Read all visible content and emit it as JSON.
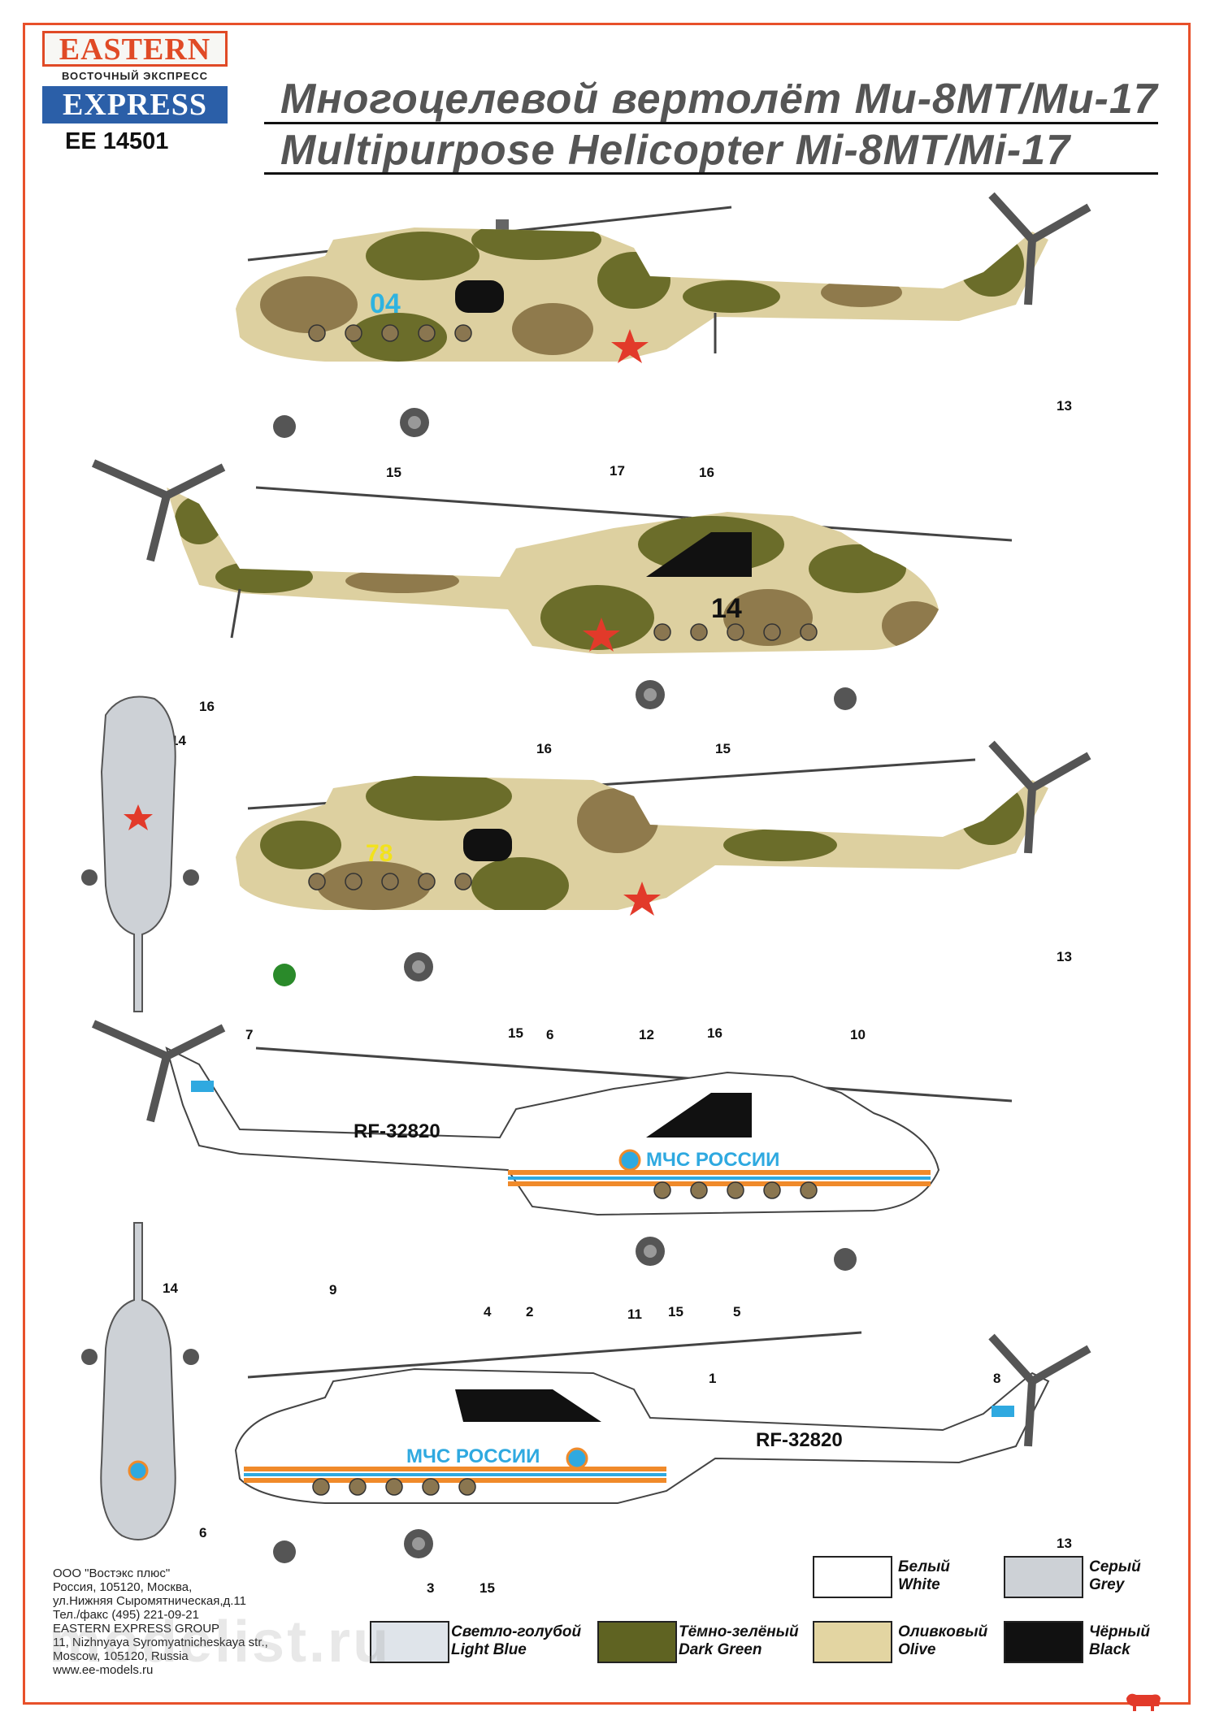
{
  "logo": {
    "top": "EASTERN",
    "middle": "ВОСТОЧНЫЙ ЭКСПРЕСС",
    "bottom": "EXPRESS"
  },
  "kit_code": "EE 14501",
  "title_ru": "Многоцелевой вертолёт Ми-8МТ/Ми-17",
  "title_en": "Multipurpose Helicopter Mi-8MT/Mi-17",
  "schemes": [
    {
      "id": "heli-1",
      "tactical_number": "04",
      "number_color": "#2fb3e0",
      "callouts": [
        "13",
        "15",
        "16"
      ]
    },
    {
      "id": "heli-2",
      "tactical_number": "14",
      "number_color": "#111111",
      "callouts": [
        "17",
        "14",
        "16",
        "15"
      ]
    },
    {
      "id": "top-view-1",
      "callouts": [
        "16"
      ]
    },
    {
      "id": "heli-3",
      "tactical_number": "78",
      "number_color": "#f2e21c",
      "callouts": [
        "13",
        "15",
        "16"
      ]
    },
    {
      "id": "heli-4",
      "registration": "RF-32820",
      "emblem_text": "МЧС РОССИИ",
      "callouts": [
        "7",
        "6",
        "12",
        "10",
        "14",
        "9",
        "4",
        "2",
        "15",
        "5"
      ]
    },
    {
      "id": "top-view-2",
      "callouts": [
        "6"
      ]
    },
    {
      "id": "heli-5",
      "registration": "RF-32820",
      "emblem_text": "МЧС РОССИИ",
      "callouts": [
        "11",
        "1",
        "8",
        "13",
        "3",
        "15"
      ]
    }
  ],
  "address": [
    "ООО \"Востэкс плюс\"",
    "Россия, 105120, Москва,",
    "ул.Нижняя Сыромятническая,д.11",
    "Тел./факс (495) 221-09-21",
    "EASTERN EXPRESS GROUP",
    "11, Nizhnyaya Syromyatnicheskaya str.,",
    "Moscow, 105120, Russia",
    "www.ee-models.ru"
  ],
  "palette": [
    {
      "ru": "Белый",
      "en": "White",
      "color": "#ffffff"
    },
    {
      "ru": "Серый",
      "en": "Grey",
      "color": "#cdd1d6"
    },
    {
      "ru": "Светло-голубой",
      "en": "Light Blue",
      "color": "#dfe4ea"
    },
    {
      "ru": "Тёмно-зелёный",
      "en": "Dark Green",
      "color": "#5f6322"
    },
    {
      "ru": "Оливковый",
      "en": "Olive",
      "color": "#e3d5a2"
    },
    {
      "ru": "Чёрный",
      "en": "Black",
      "color": "#111111"
    }
  ],
  "colors": {
    "frame": "#e8502a",
    "camo_dark": "#6b6d2a",
    "camo_mid": "#8f7a4c",
    "camo_light": "#ddd0a0",
    "mchs_orange": "#f08a2a",
    "mchs_blue": "#2fa9e0",
    "star_red": "#e23a2a"
  },
  "watermark": "modelist.ru"
}
